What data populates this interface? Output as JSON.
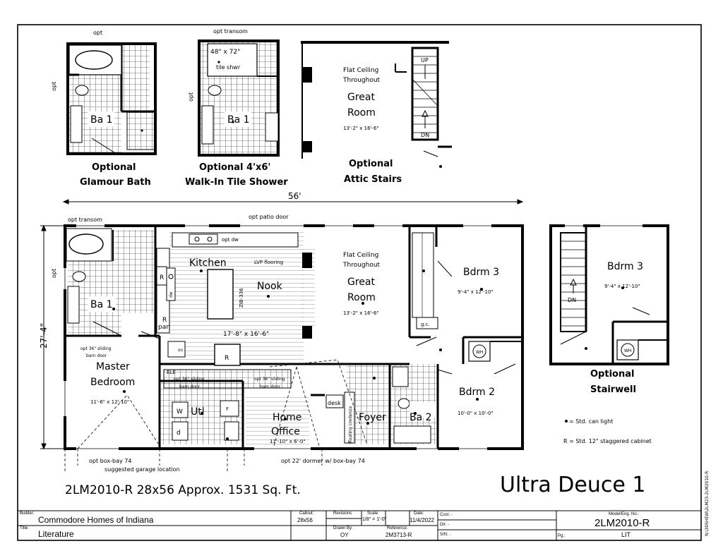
{
  "labels": {
    "opt": "opt",
    "opt_transom": "opt transom",
    "tile_shower_size": "48\" x 72\"",
    "tile_shower": "tile shwr",
    "ba1": "Ba 1",
    "ba2": "Ba 2",
    "flat_ceiling_1": "Flat Ceiling",
    "flat_ceiling_2": "Throughout",
    "great_room_1": "Great",
    "great_room_2": "Room",
    "great_room_dim": "13'-2\" x 16'-6\"",
    "up": "UP",
    "dn": "DN",
    "opt_glamour_1": "Optional",
    "opt_glamour_2": "Glamour Bath",
    "opt_shower_1": "Optional 4'x6'",
    "opt_shower_2": "Walk-In Tile Shower",
    "opt_attic_1": "Optional",
    "opt_attic_2": "Attic Stairs",
    "dim_56": "56'",
    "dim_27": "27'-4\"",
    "opt_patio_door": "opt patio door",
    "kitchen": "Kitchen",
    "lvp": "LVP flooring",
    "nook": "Nook",
    "kitchen_dim": "17'-8\" x 16'-6\"",
    "zib": "ZIB-336",
    "opt_dw": "opt dw",
    "r": "R",
    "r_pan": "R",
    "pan": "pan",
    "dw": "dw",
    "ov": "ov",
    "ele": "ELE",
    "bdrm3": "Bdrm 3",
    "bdrm3_dim": "9'-4\" x 12'-10\"",
    "gc": "g.c.",
    "wh": "WH",
    "bdrm2": "Bdrm 2",
    "bdrm2_dim": "10'-0\" x 10'-0\"",
    "master_1": "Master",
    "master_2": "Bedroom",
    "master_dim": "11'-6\" x 12'-10\"",
    "barn_door_36": "opt 36\" sliding",
    "barn_door": "barn door",
    "utl": "Utl",
    "w": "W",
    "d": "d",
    "f": "F",
    "home_1": "Home",
    "home_2": "Office",
    "home_dim": "11'-10\" x 6'-0\"",
    "desk": "desk",
    "credenza": "floating credenza",
    "foyer": "Foyer",
    "box_bay": "opt box-bay 74",
    "garage": "suggested garage location",
    "dormer": "opt 22' dormer w/ box-bay 74",
    "opt_stair_1": "Optional",
    "opt_stair_2": "Stairwell",
    "legend_light": "= Std. can light",
    "legend_cab": "R = Std. 12\" staggered cabinet",
    "model_line": "2LM2010-R 28x56  Approx. 1531 Sq. Ft.",
    "brand": "Ultra Deuce 1",
    "side_ref": "N:\\30SHEW\\2LM23-2LM2010-R"
  },
  "title_block": {
    "builder_label": "Builder:",
    "builder": "Commodore Homes of Indiana",
    "title_label": "Title:",
    "title": "Literature",
    "callout_label": "Callout:",
    "callout": "28x56",
    "revisions_label": "Revisions",
    "scale_label": "Scale:",
    "scale": "1/8\" = 1'-0\"",
    "date_label": "Date:",
    "date": "11/4/2022",
    "drawn_label": "Drawn By:",
    "drawn": "OY",
    "ref_label": "Reference:",
    "ref": "2M3713-R",
    "cust": "Cust: -",
    "dlr": "Dlr: -",
    "sn": "S/N: .",
    "model_label": "Model/Eng. No.:",
    "model": "2LM2010-R",
    "pg_label": "Pg.:",
    "lit": "LIT"
  }
}
